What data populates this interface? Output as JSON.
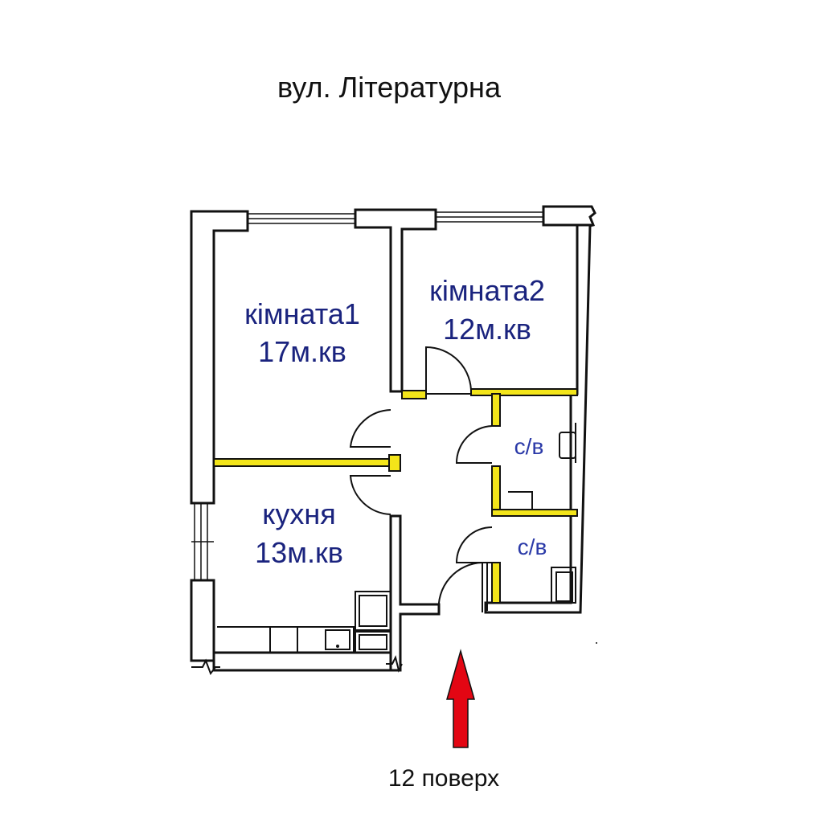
{
  "street": "вул. Літературна",
  "rooms": {
    "room1": {
      "name": "кімната1",
      "area": "17м.кв"
    },
    "room2": {
      "name": "кімната2",
      "area": "12м.кв"
    },
    "kitchen": {
      "name": "кухня",
      "area": "13м.кв"
    },
    "bath1": {
      "name": "с/в"
    },
    "bath2": {
      "name": "с/в"
    }
  },
  "floor_label": "12 поверх",
  "colors": {
    "room_text": "#1a237e",
    "partition": "#f3e51a",
    "entrance_arrow": "#e30613"
  }
}
